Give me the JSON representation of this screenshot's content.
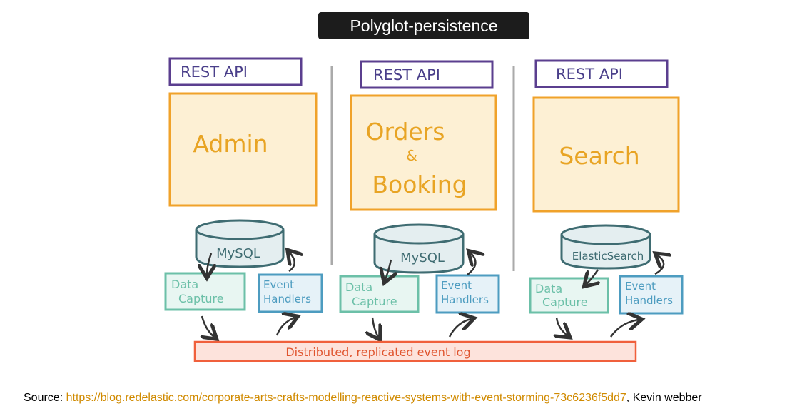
{
  "title": "Polyglot-persistence",
  "colors": {
    "api_border": "#5b3f8f",
    "api_text": "#4a3f8a",
    "service_border": "#f0a22a",
    "service_fill": "#fdf0d4",
    "service_text": "#e8a424",
    "db_stroke": "#3f6c72",
    "db_fill": "#e4eef0",
    "capture_color": "#6cc0a8",
    "handler_color": "#4d9cc0",
    "log_fill": "#fde3dc",
    "log_border": "#f0603c",
    "log_text": "#e0552f",
    "divider": "#aaaaaa",
    "arrow": "#333333"
  },
  "columns": [
    {
      "api_label": "REST API",
      "service_lines": [
        "Admin"
      ],
      "db_label": "MySQL",
      "capture_lines": [
        "Data",
        "Capture"
      ],
      "handler_lines": [
        "Event",
        "Handlers"
      ]
    },
    {
      "api_label": "REST API",
      "service_lines": [
        "Orders",
        "&",
        "Booking"
      ],
      "db_label": "MySQL",
      "capture_lines": [
        "Data",
        "Capture"
      ],
      "handler_lines": [
        "Event",
        "Handlers"
      ]
    },
    {
      "api_label": "REST API",
      "service_lines": [
        "Search"
      ],
      "db_label": "ElasticSearch",
      "capture_lines": [
        "Data",
        "Capture"
      ],
      "handler_lines": [
        "Event",
        "Handlers"
      ]
    }
  ],
  "event_log_label": "Distributed, replicated event log",
  "source": {
    "prefix": "Source: ",
    "link_text": "https://blog.redelastic.com/corporate-arts-crafts-modelling-reactive-systems-with-event-storming-73c6236f5dd7",
    "suffix": ", Kevin webber"
  }
}
